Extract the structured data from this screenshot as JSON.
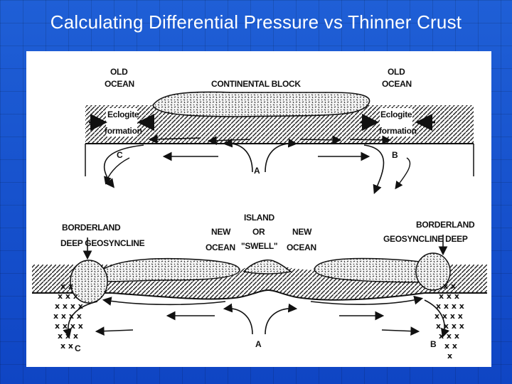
{
  "slide": {
    "title": "Calculating Differential Pressure vs Thinner Crust"
  },
  "top_panel": {
    "old_ocean_left": [
      "OLD",
      "OCEAN"
    ],
    "old_ocean_right": [
      "OLD",
      "OCEAN"
    ],
    "continental_block": "CONTINENTAL BLOCK",
    "eclogite_left": [
      "Eclogite",
      "formation"
    ],
    "eclogite_right": [
      "Eclogite",
      "formation"
    ],
    "point_a": "A",
    "point_b": "B",
    "point_c": "C"
  },
  "bottom_panel": {
    "borderland_left": "BORDERLAND",
    "deep_geosyncline_left": "DEEP GEOSYNCLINE",
    "borderland_right": "BORDERLAND",
    "geosyncline_deep_right": "GEOSYNCLINE DEEP",
    "new_ocean_left": [
      "NEW",
      "OCEAN"
    ],
    "island_swell": [
      "ISLAND",
      "OR",
      "\"SWELL\""
    ],
    "new_ocean_right": [
      "NEW",
      "OCEAN"
    ],
    "point_a": "A",
    "point_b": "B",
    "point_c": "C"
  },
  "colors": {
    "slide_background": "#1554cc",
    "title_text": "#ffffff",
    "figure_background": "#ffffff",
    "ink": "#111111"
  }
}
